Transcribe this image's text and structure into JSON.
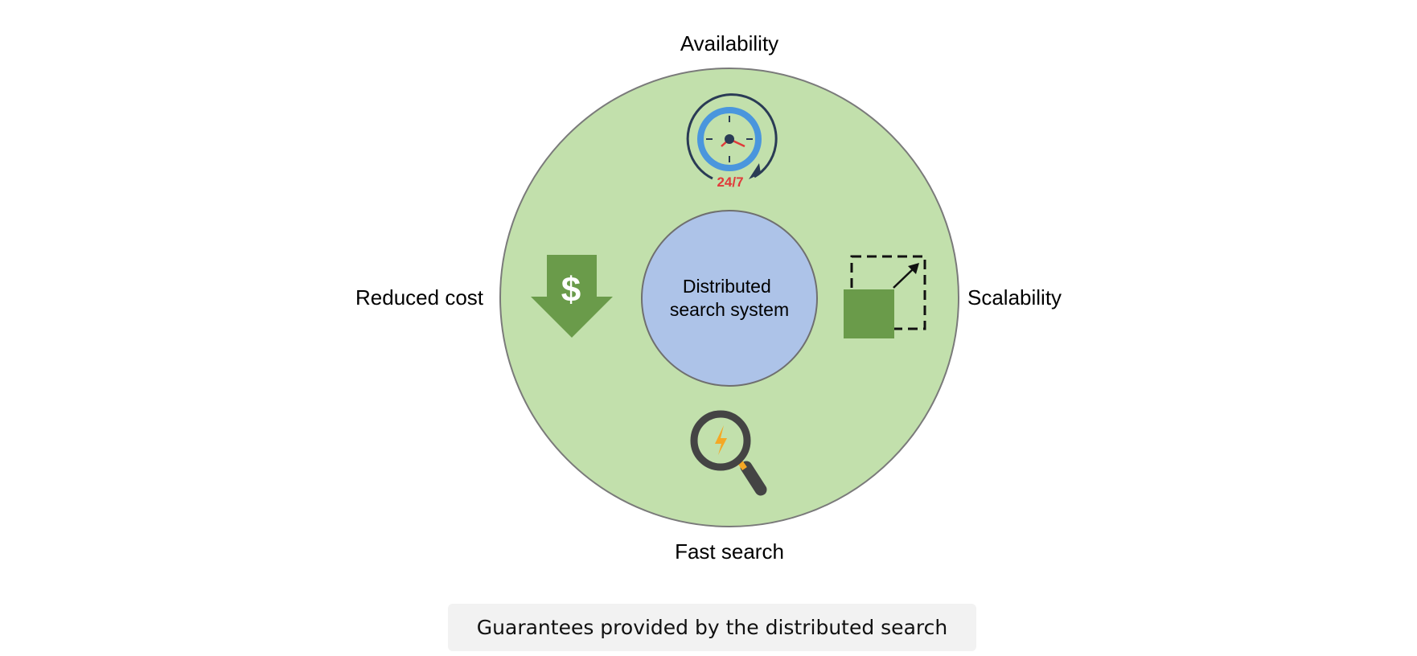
{
  "diagram": {
    "center_label_line1": "Distributed",
    "center_label_line2": "search system",
    "labels": {
      "top": "Availability",
      "right": "Scalability",
      "bottom": "Fast search",
      "left": "Reduced cost"
    },
    "icons": {
      "top": "clock-24-7-icon",
      "top_text": "24/7",
      "right": "scale-up-icon",
      "bottom": "fast-search-magnifier-icon",
      "left": "cost-down-arrow-icon",
      "left_symbol": "$"
    },
    "colors": {
      "outer_circle": "#c2e0ac",
      "inner_circle": "#adc3e8",
      "green_icon": "#6a9b4a",
      "clock_ring": "#4a96dd",
      "clock_outline": "#2a3b55",
      "accent_red": "#e13a3a",
      "bolt": "#f4a825"
    }
  },
  "caption": "Guarantees provided by the distributed search"
}
